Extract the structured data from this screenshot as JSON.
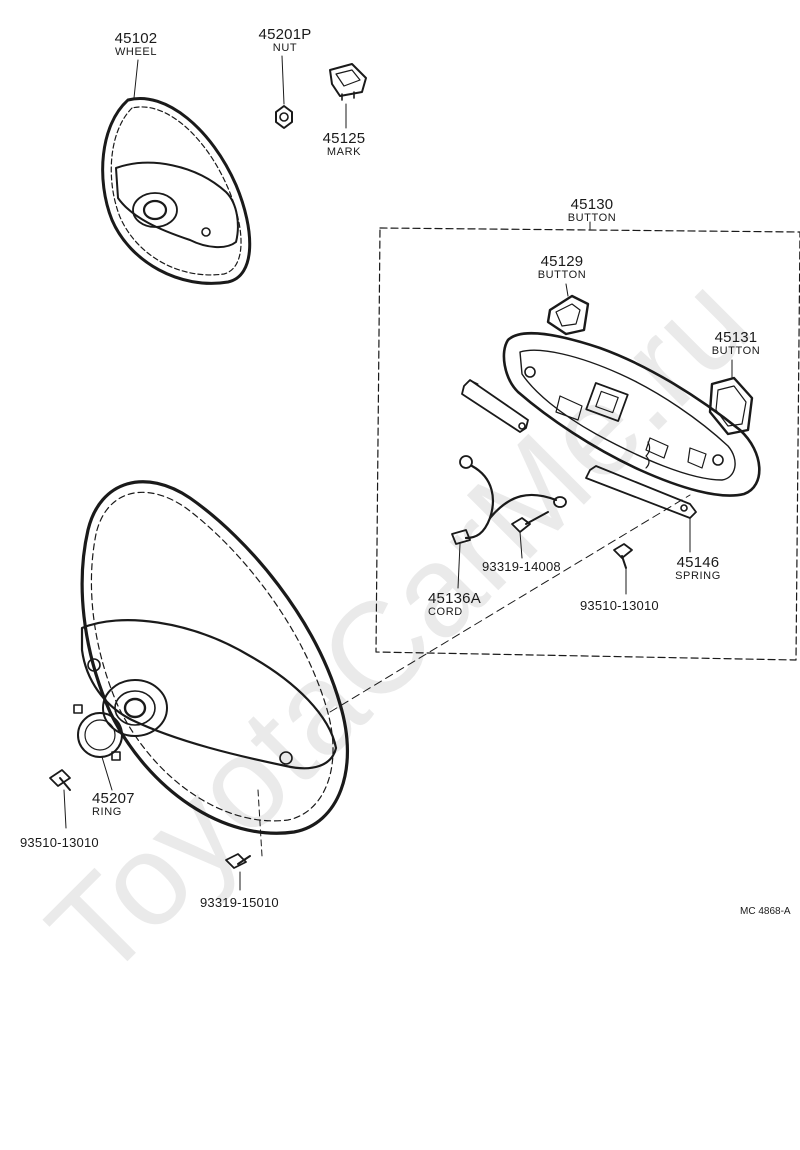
{
  "watermark": "ToyotaCarMe.ru",
  "parts": {
    "wheel": {
      "number": "45102",
      "name": "WHEEL"
    },
    "nut": {
      "number": "45201P",
      "name": "NUT"
    },
    "mark": {
      "number": "45125",
      "name": "MARK"
    },
    "button_assy": {
      "number": "45130",
      "name": "BUTTON"
    },
    "button_left": {
      "number": "45129",
      "name": "BUTTON"
    },
    "button_right": {
      "number": "45131",
      "name": "BUTTON"
    },
    "spring": {
      "number": "45146",
      "name": "SPRING"
    },
    "cord": {
      "number": "45136A",
      "name": "CORD"
    },
    "ring": {
      "number": "45207",
      "name": "RING"
    },
    "screw_14008": {
      "number": "93319-14008"
    },
    "screw_13010_box": {
      "number": "93510-13010"
    },
    "screw_13010": {
      "number": "93510-13010"
    },
    "bolt_15010": {
      "number": "93319-15010"
    }
  },
  "reference_code": "MC 4868-A",
  "colors": {
    "line": "#1a1a1a",
    "watermark": "#e4e4e4"
  }
}
